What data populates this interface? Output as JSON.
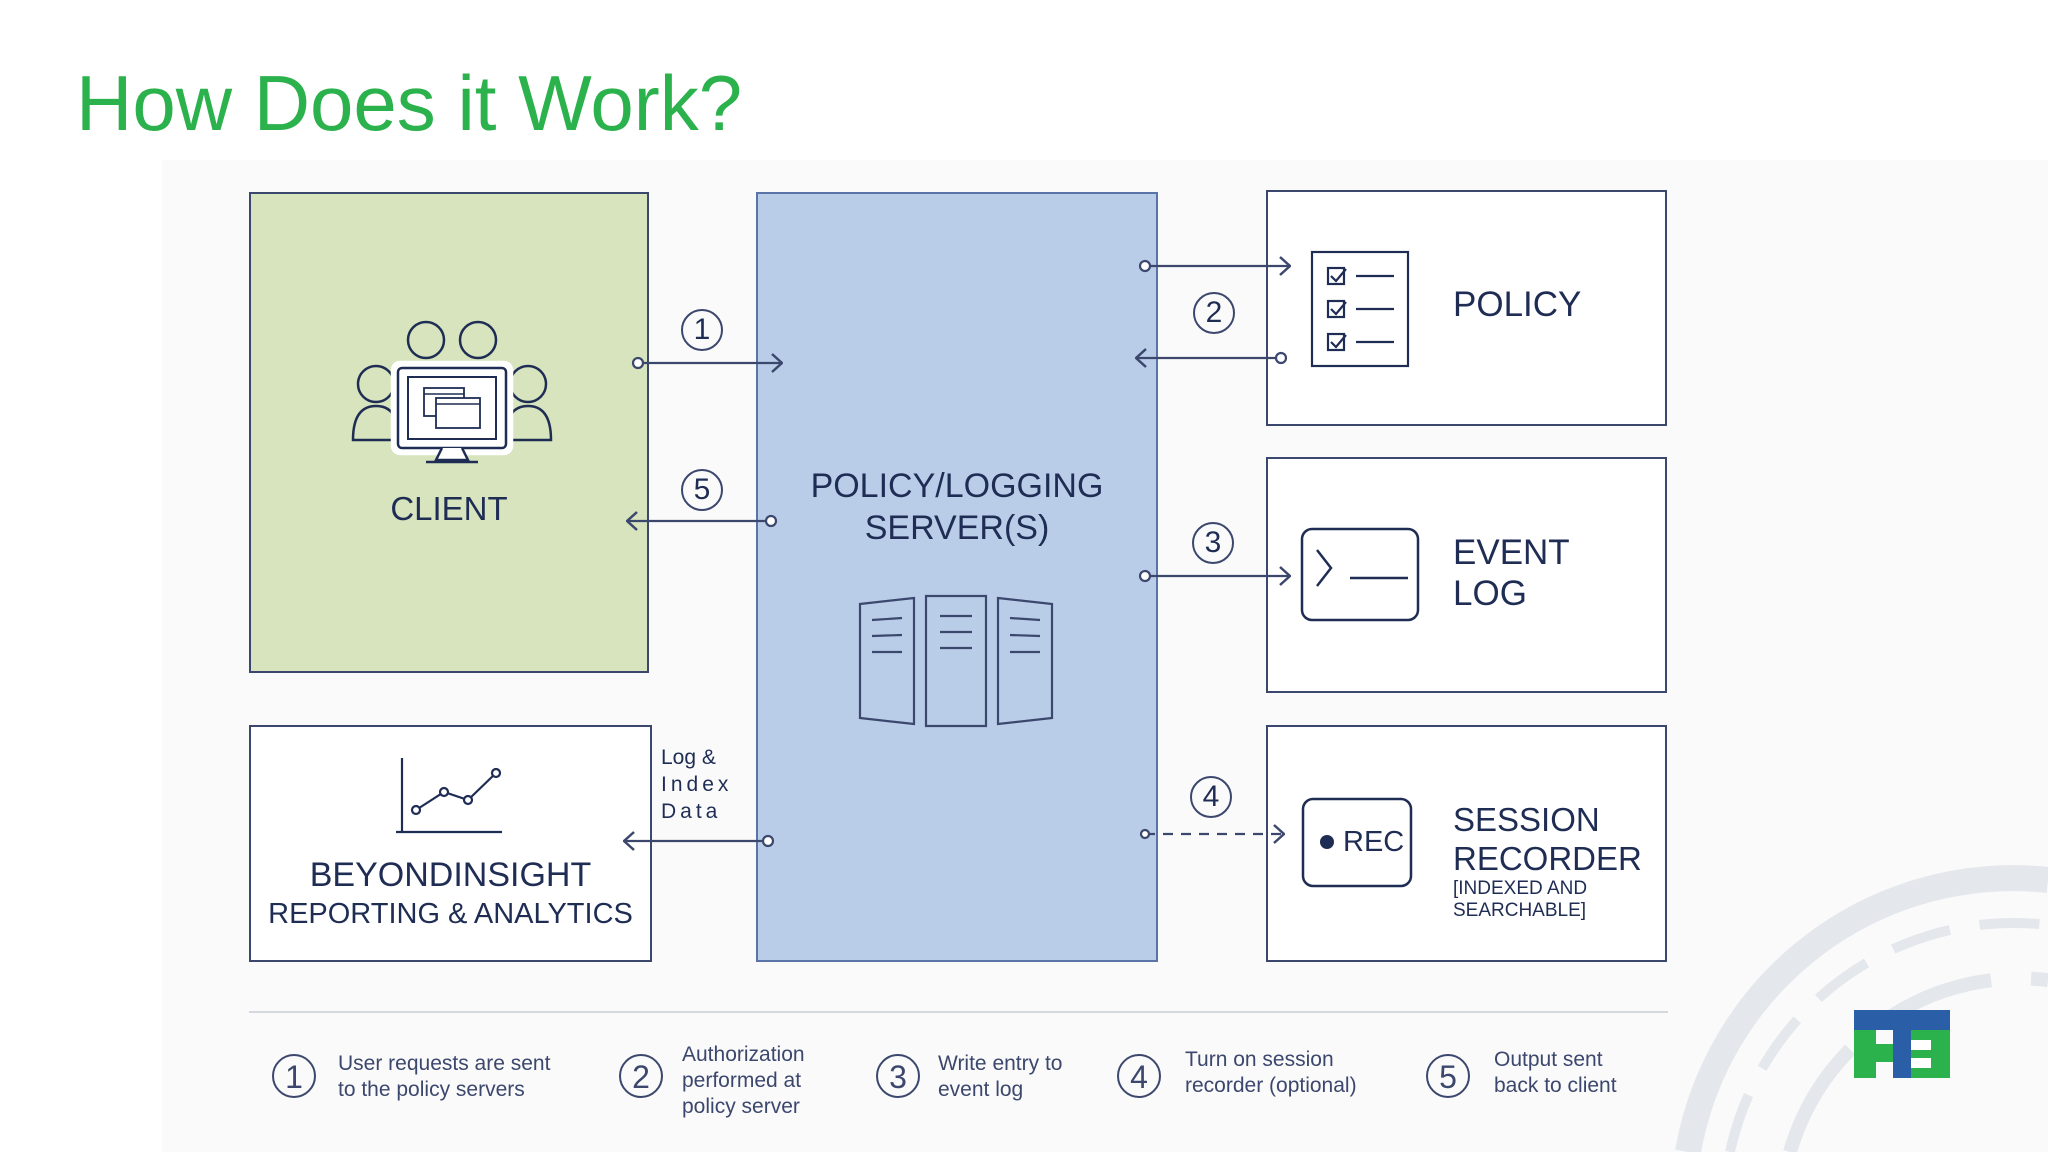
{
  "title": "How Does it Work?",
  "nodes": {
    "client": "CLIENT",
    "server": "POLICY/LOGGING SERVER(S)",
    "policy": "POLICY",
    "event_log": "EVENT LOG",
    "session_recorder": "SESSION RECORDER",
    "session_recorder_sub": "[INDEXED AND SEARCHABLE]",
    "rec": "REC",
    "beyondinsight": "BEYONDINSIGHT",
    "beyondinsight_sub": "REPORTING & ANALYTICS"
  },
  "edge_labels": {
    "log_index_line1": "Log &",
    "log_index_line2": "Index",
    "log_index_line3": "Data"
  },
  "step_numbers": [
    "1",
    "2",
    "3",
    "4",
    "5"
  ],
  "legend": [
    {
      "num": "1",
      "text": "User requests are sent to the policy servers"
    },
    {
      "num": "2",
      "text": "Authorization performed at policy server"
    },
    {
      "num": "3",
      "text": "Write entry to event log"
    },
    {
      "num": "4",
      "text": "Turn on session recorder (optional)"
    },
    {
      "num": "5",
      "text": "Output sent back to client"
    }
  ],
  "colors": {
    "title": "#2bb24c",
    "client_fill": "#d7e4bd",
    "server_fill": "#b9cde8",
    "ink": "#1f2d54",
    "logo_green": "#2bb24c",
    "logo_blue": "#2a5fa8"
  }
}
